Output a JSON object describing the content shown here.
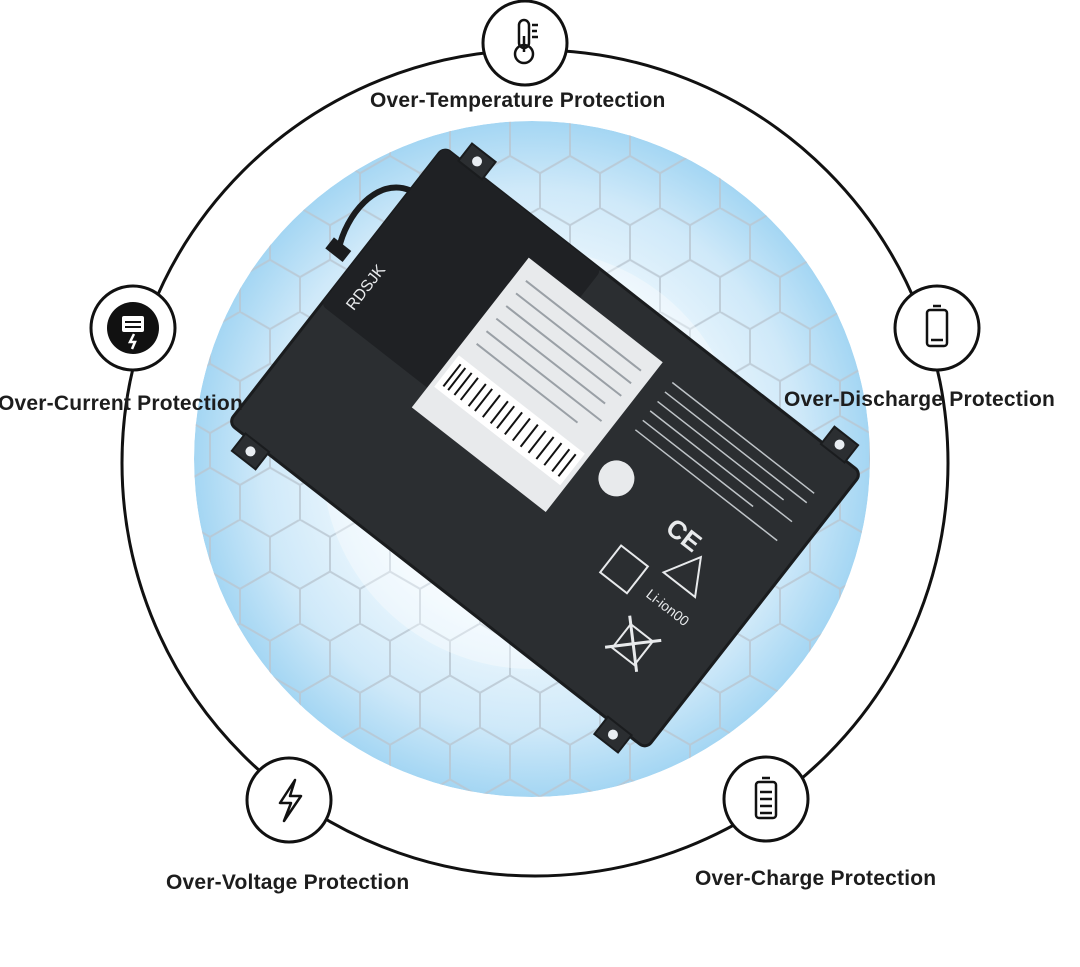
{
  "protections": {
    "temperature": {
      "label": "Over-Temperature Protection",
      "icon": "thermometer-icon"
    },
    "current": {
      "label": "Over-Current Protection",
      "icon": "current-meter-icon"
    },
    "discharge": {
      "label": "Over-Discharge Protection",
      "icon": "empty-battery-icon"
    },
    "voltage": {
      "label": "Over-Voltage Protection",
      "icon": "lightning-bolt-icon"
    },
    "charge": {
      "label": "Over-Charge Protection",
      "icon": "full-battery-icon"
    }
  },
  "battery": {
    "brand": "RDSJK",
    "chemistry_mark": "Li-ion00",
    "ce_mark": "CE"
  },
  "colors": {
    "ring": "#111111",
    "label_text": "#1d1d1d",
    "glow_center": "#ffffff",
    "glow_edge": "#9fd3f2",
    "hex_line": "#c9d3dc",
    "battery_body": "#2a2d30"
  }
}
